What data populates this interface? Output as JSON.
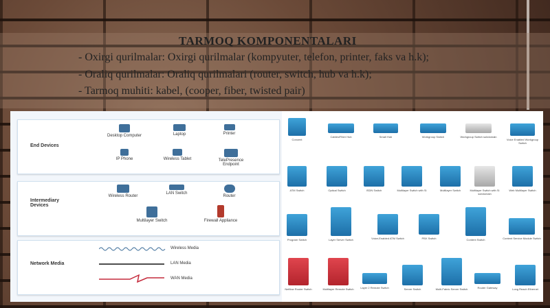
{
  "slide": {
    "title": "TARMOQ KOMPONENTALARI",
    "line1": "- Oxirgi qurilmalar: Oxirgi qurilmalar (kompyuter, telefon, printer, faks va h.k);",
    "line2": "- Oraliq qurilmalar: Oraliq qurilmalari (router, switch, hub va h.k);",
    "line3": "- Tarmoq muhiti: kabel, (cooper, fiber, twisted pair)"
  },
  "left_panel": {
    "end_devices": {
      "label": "End Devices",
      "items": [
        "Desktop Computer",
        "Laptop",
        "Printer",
        "IP Phone",
        "Wireless Tablet",
        "TelePresence Endpoint"
      ]
    },
    "intermediary": {
      "label": "Intermediary Devices",
      "items": [
        "Wireless Router",
        "LAN Switch",
        "Router",
        "Multilayer Switch",
        "Firewall Appliance"
      ]
    },
    "media": {
      "label": "Network Media",
      "items": [
        "Wireless Media",
        "LAN Media",
        "WAN Media"
      ]
    }
  },
  "right_panel": {
    "rows": [
      [
        "Concent",
        "Cables/Fiber Hub",
        "Small Hub",
        "Workgroup Switch",
        "Workgroup Switch subdomain",
        "Voice Enabled Workgroup Switch"
      ],
      [
        "ATM Switch",
        "Optical Switch",
        "ISDN Switch",
        "Multilayer Switch with Si",
        "Multilayer Switch",
        "Multilayer Switch with Si subdomain",
        "Web Multilayer Switch"
      ],
      [
        "Program Switch",
        "Layer Server Switch",
        "Voice-Enabled ATM Switch",
        "PBX Switch",
        "Content Switch",
        "Content Service Module Switch"
      ],
      [
        "Netflow Router Switch",
        "Multilayer Remote Switch",
        "Layer 2 Remote Switch",
        "Server Switch",
        "Multi-Fabric Server Switch",
        "Router Gateway",
        "Long Reach Ethernet"
      ]
    ]
  },
  "colors": {
    "icon_blue": "#1d6fa8",
    "icon_red": "#c4283a"
  }
}
